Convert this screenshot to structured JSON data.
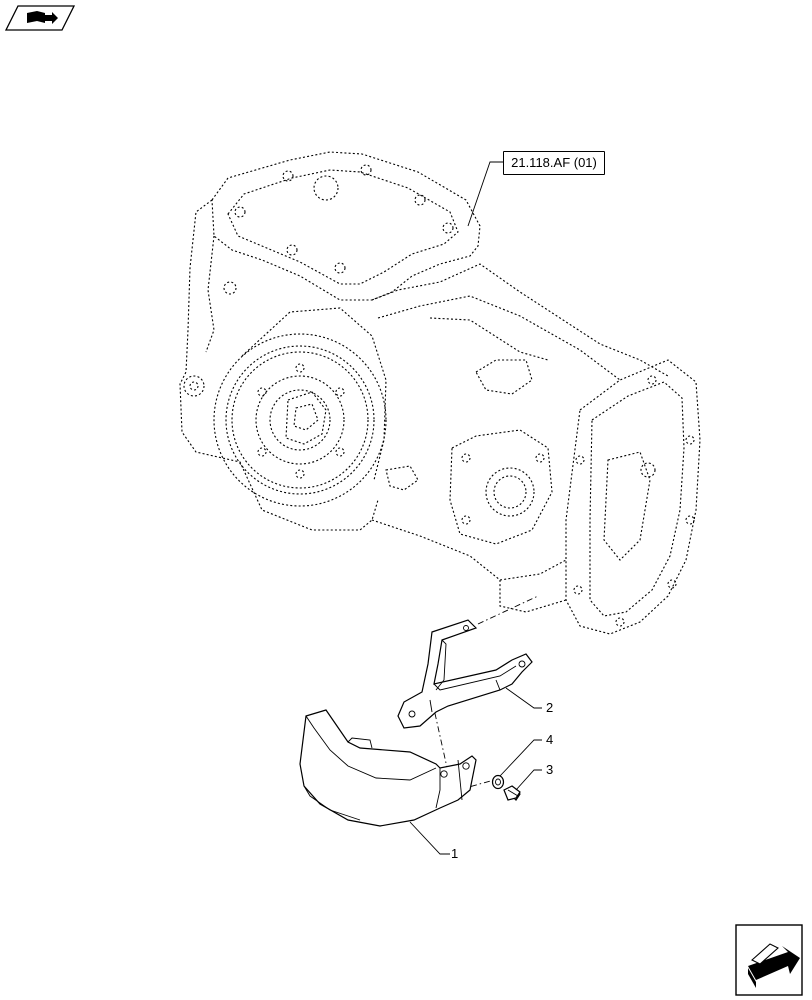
{
  "reference_label": "21.118.AF (01)",
  "callouts": [
    {
      "id": "1",
      "text": "1"
    },
    {
      "id": "2",
      "text": "2"
    },
    {
      "id": "3",
      "text": "3"
    },
    {
      "id": "4",
      "text": "4"
    }
  ],
  "icons": {
    "top_left": "book-arrow-icon",
    "bottom_right": "next-page-arrow-icon"
  }
}
